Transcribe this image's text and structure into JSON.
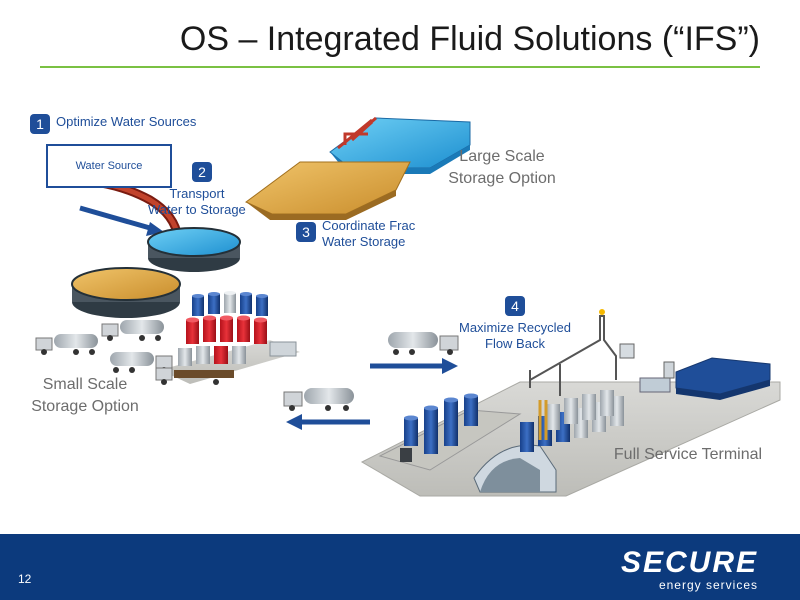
{
  "slide": {
    "title": "OS – Integrated Fluid Solutions (“IFS”)",
    "page_number": "12"
  },
  "steps": [
    {
      "number": "1",
      "label": "Optimize Water Sources"
    },
    {
      "number": "2",
      "label_lines": [
        "Transport",
        "Water to Storage"
      ]
    },
    {
      "number": "3",
      "label_lines": [
        "Coordinate Frac",
        "Water Storage"
      ]
    },
    {
      "number": "4",
      "label_lines": [
        "Maximize Recycled",
        "Flow Back"
      ]
    }
  ],
  "labels": {
    "water_source": "Water Source",
    "large_scale": [
      "Large Scale",
      "Storage Option"
    ],
    "small_scale": [
      "Small Scale",
      "Storage Option"
    ],
    "full_service": "Full Service Terminal"
  },
  "logo": {
    "name": "SECURE",
    "tagline": "energy services"
  },
  "colors": {
    "accent_green": "#7ac143",
    "brand_blue": "#1f4e99",
    "footer_blue": "#0c3a7d",
    "water": "#29a8e0",
    "sand": "#d9a441"
  }
}
